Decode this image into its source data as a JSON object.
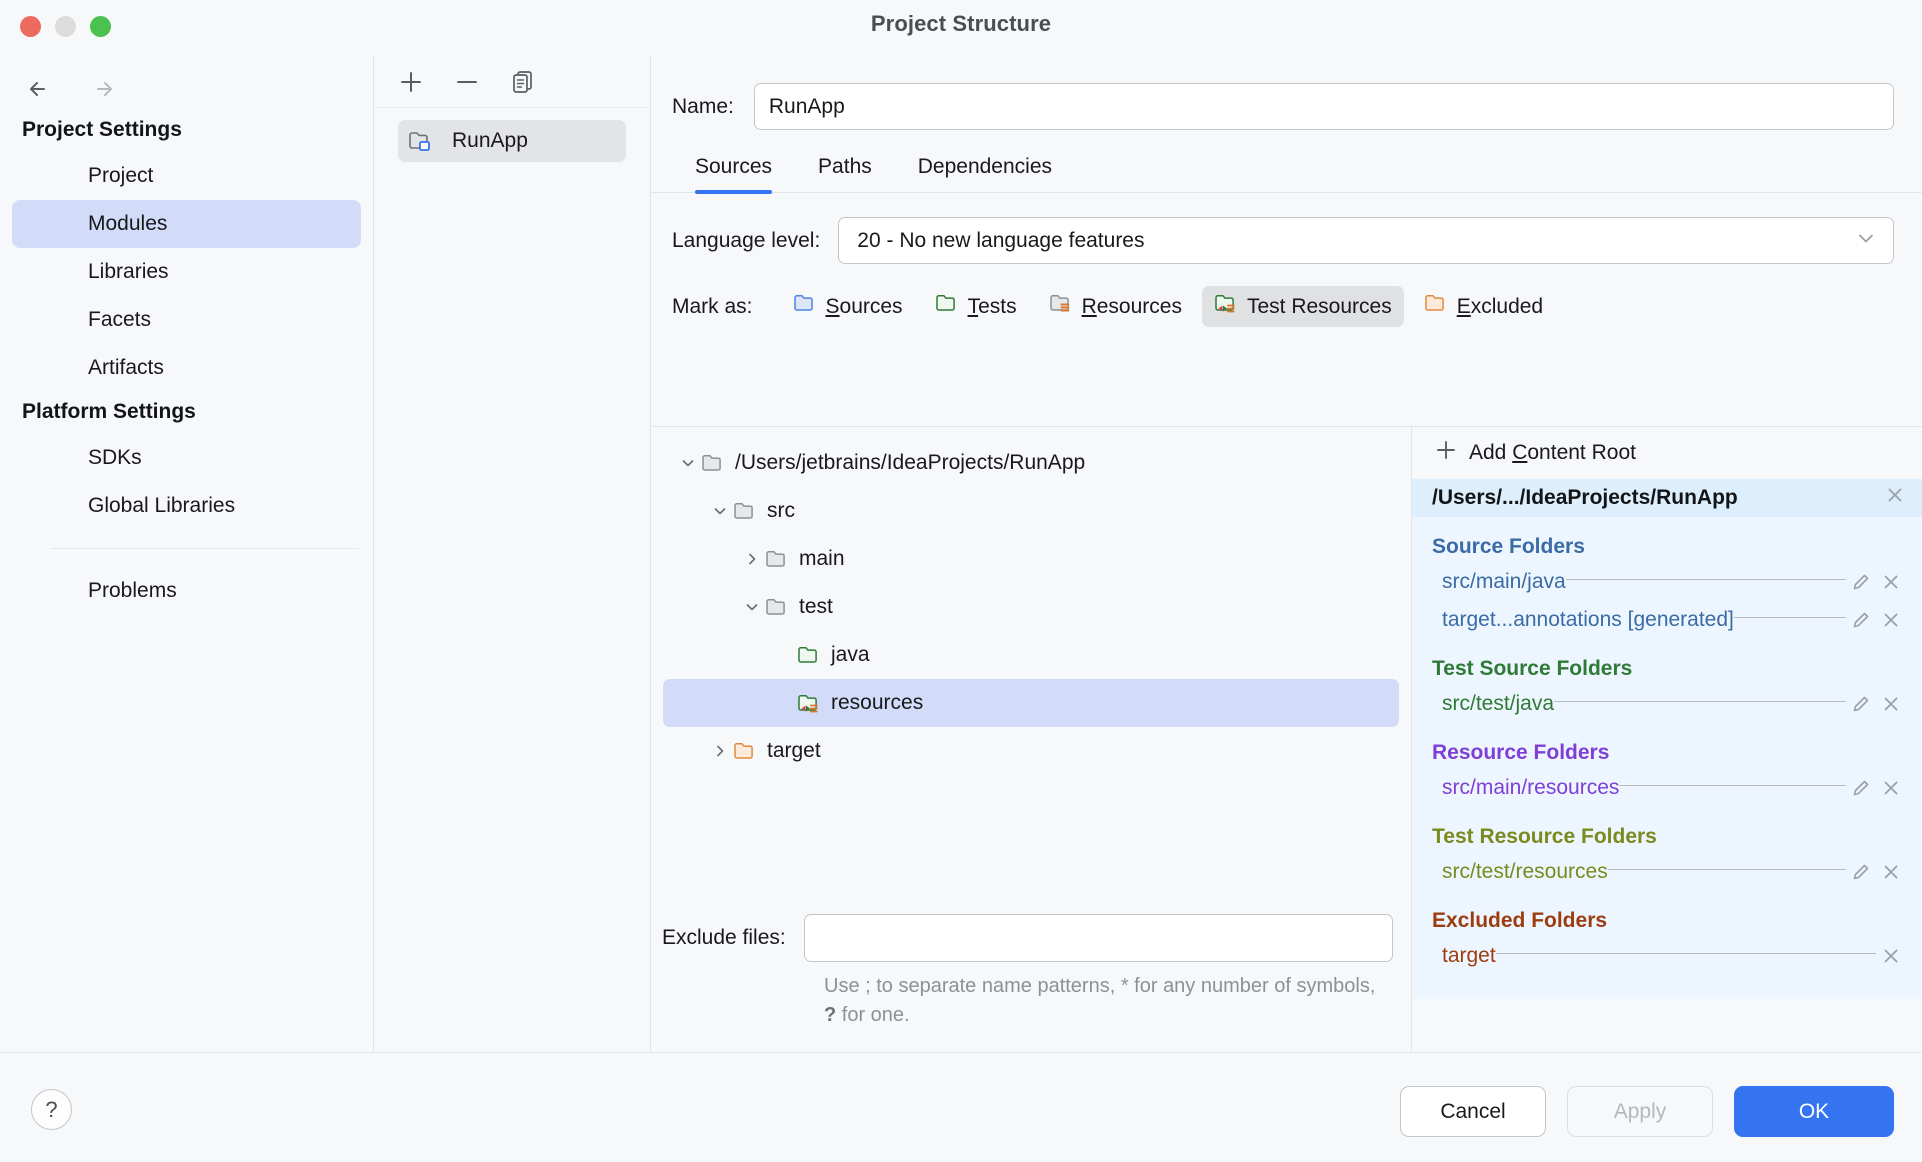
{
  "window": {
    "title": "Project Structure",
    "traffic_lights": [
      "close-red",
      "minimize-yellow",
      "zoom-green"
    ]
  },
  "sidebar": {
    "nav": {
      "back": "back-arrow-icon",
      "forward": "forward-arrow-icon"
    },
    "groups": [
      {
        "title": "Project Settings",
        "items": [
          {
            "label": "Project",
            "selected": false
          },
          {
            "label": "Modules",
            "selected": true
          },
          {
            "label": "Libraries",
            "selected": false
          },
          {
            "label": "Facets",
            "selected": false
          },
          {
            "label": "Artifacts",
            "selected": false
          }
        ]
      },
      {
        "title": "Platform Settings",
        "items": [
          {
            "label": "SDKs",
            "selected": false
          },
          {
            "label": "Global Libraries",
            "selected": false
          }
        ]
      }
    ],
    "extra_items": [
      {
        "label": "Problems",
        "selected": false
      }
    ]
  },
  "modules_pane": {
    "toolbar": [
      {
        "name": "add-module-button",
        "glyph": "plus-icon"
      },
      {
        "name": "remove-module-button",
        "glyph": "minus-icon"
      },
      {
        "name": "copy-module-button",
        "glyph": "copy-icon"
      }
    ],
    "modules": [
      {
        "label": "RunApp",
        "icon": "module-folder-icon",
        "selected": true
      }
    ]
  },
  "main": {
    "name_label": "Name:",
    "name_value": "RunApp",
    "tabs": [
      {
        "label": "Sources",
        "active": true
      },
      {
        "label": "Paths",
        "active": false
      },
      {
        "label": "Dependencies",
        "active": false
      }
    ],
    "language_level_label": "Language level:",
    "language_level_value": "20 - No new language features",
    "mark_as_label": "Mark as:",
    "mark_as_buttons": [
      {
        "label": "Sources",
        "mnemonic": "S",
        "rest": "ources",
        "icon": "folder-sources-icon",
        "active": false
      },
      {
        "label": "Tests",
        "mnemonic": "T",
        "rest": "ests",
        "icon": "folder-tests-icon",
        "active": false
      },
      {
        "label": "Resources",
        "mnemonic": "R",
        "rest": "esources",
        "icon": "folder-resources-icon",
        "active": false
      },
      {
        "label": "Test Resources",
        "mnemonic": "",
        "rest": "Test Resources",
        "icon": "folder-test-resources-icon",
        "active": true
      },
      {
        "label": "Excluded",
        "mnemonic": "E",
        "rest": "xcluded",
        "icon": "folder-excluded-icon",
        "active": false
      }
    ],
    "tree": [
      {
        "label": "/Users/jetbrains/IdeaProjects/RunApp",
        "depth": 0,
        "chevron": "down",
        "icon": "folder-plain-icon",
        "selected": false
      },
      {
        "label": "src",
        "depth": 1,
        "chevron": "down",
        "icon": "folder-plain-icon",
        "selected": false
      },
      {
        "label": "main",
        "depth": 2,
        "chevron": "right",
        "icon": "folder-plain-icon",
        "selected": false
      },
      {
        "label": "test",
        "depth": 2,
        "chevron": "down",
        "icon": "folder-plain-icon",
        "selected": false
      },
      {
        "label": "java",
        "depth": 3,
        "chevron": "none",
        "icon": "folder-tests-icon",
        "selected": false
      },
      {
        "label": "resources",
        "depth": 3,
        "chevron": "none",
        "icon": "folder-test-resources-icon",
        "selected": true
      },
      {
        "label": "target",
        "depth": 1,
        "chevron": "right",
        "icon": "folder-excluded-icon",
        "selected": false
      }
    ],
    "exclude_files_label": "Exclude files:",
    "exclude_files_value": "",
    "exclude_hint_part1": "Use ; to separate name patterns, * for any number of symbols, ",
    "exclude_hint_bold": "?",
    "exclude_hint_part2": " for one."
  },
  "roots": {
    "add_content_root": {
      "pre": "Add ",
      "mnemonic": "C",
      "post": "ontent Root",
      "icon": "plus-icon"
    },
    "content_root_path": "/Users/.../IdeaProjects/RunApp",
    "sections": [
      {
        "title": "Source Folders",
        "color_class": "src",
        "items": [
          {
            "path": "src/main/java",
            "has_edit": true,
            "has_close": true
          },
          {
            "path": "target...annotations [generated]",
            "has_edit": true,
            "has_close": true
          }
        ]
      },
      {
        "title": "Test Source Folders",
        "color_class": "test",
        "items": [
          {
            "path": "src/test/java",
            "has_edit": true,
            "has_close": true
          }
        ]
      },
      {
        "title": "Resource Folders",
        "color_class": "res",
        "items": [
          {
            "path": "src/main/resources",
            "has_edit": true,
            "has_close": true
          }
        ]
      },
      {
        "title": "Test Resource Folders",
        "color_class": "tres",
        "items": [
          {
            "path": "src/test/resources",
            "has_edit": true,
            "has_close": true
          }
        ]
      },
      {
        "title": "Excluded Folders",
        "color_class": "exc",
        "items": [
          {
            "path": "target",
            "has_edit": false,
            "has_close": true
          }
        ]
      }
    ]
  },
  "footer": {
    "help_label": "?",
    "buttons": [
      {
        "label": "Cancel",
        "style": "cancel",
        "enabled": true
      },
      {
        "label": "Apply",
        "style": "apply",
        "enabled": false
      },
      {
        "label": "OK",
        "style": "ok",
        "enabled": true
      }
    ]
  },
  "colors": {
    "accent": "#3574f0",
    "selection": "#d2dcf8",
    "root_panel_bg": "#edf6fe",
    "root_header_bg": "#ddeefc"
  }
}
